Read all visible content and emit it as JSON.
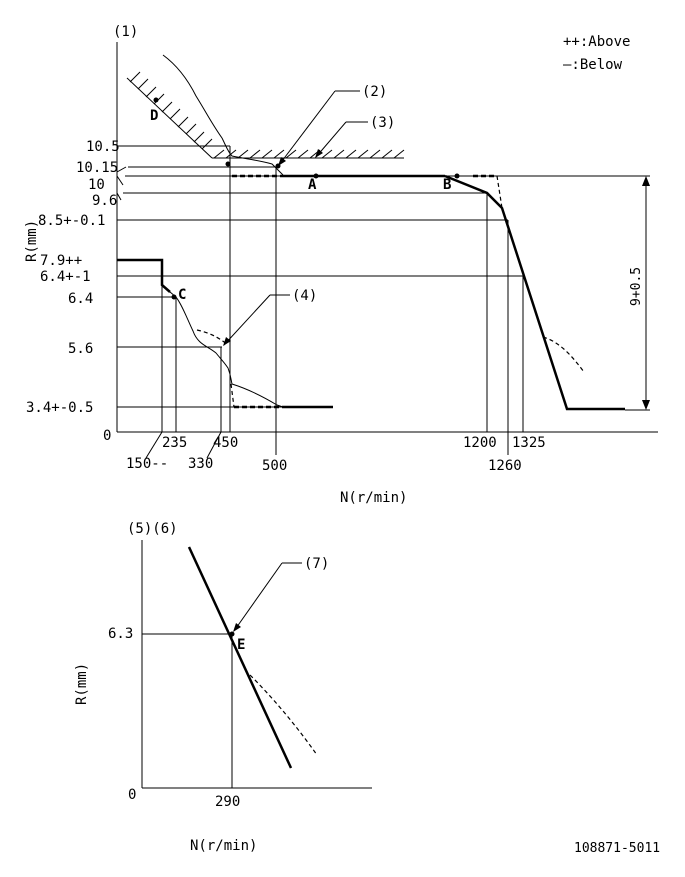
{
  "figure_id": "108871-5011",
  "legend": {
    "above": "++:Above",
    "below": "—:Below"
  },
  "graph1": {
    "panel_label": "(1)",
    "y_axis_label": "R(mm)",
    "x_axis_label": "N(r/min)",
    "origin_label": "0",
    "callouts": [
      "(2)",
      "(3)",
      "(4)"
    ],
    "points": [
      "A",
      "B",
      "C",
      "D"
    ],
    "y_ticks": [
      "10.5",
      "10.15",
      "10",
      "9.6",
      "8.5+-0.1",
      "7.9++",
      "6.4+-1",
      "6.4",
      "5.6",
      "3.4+-0.5"
    ],
    "x_ticks_upper": [
      "235",
      "450",
      "1200",
      "1325"
    ],
    "x_ticks_lower": [
      "150--",
      "330",
      "500",
      "1260"
    ],
    "range_label": "9+0.5"
  },
  "graph2": {
    "panel_label": "(5)(6)",
    "y_axis_label": "R(mm)",
    "x_axis_label": "N(r/min)",
    "origin_label": "0",
    "callout": "(7)",
    "point": "E",
    "y_tick": "6.3",
    "x_tick": "290"
  }
}
